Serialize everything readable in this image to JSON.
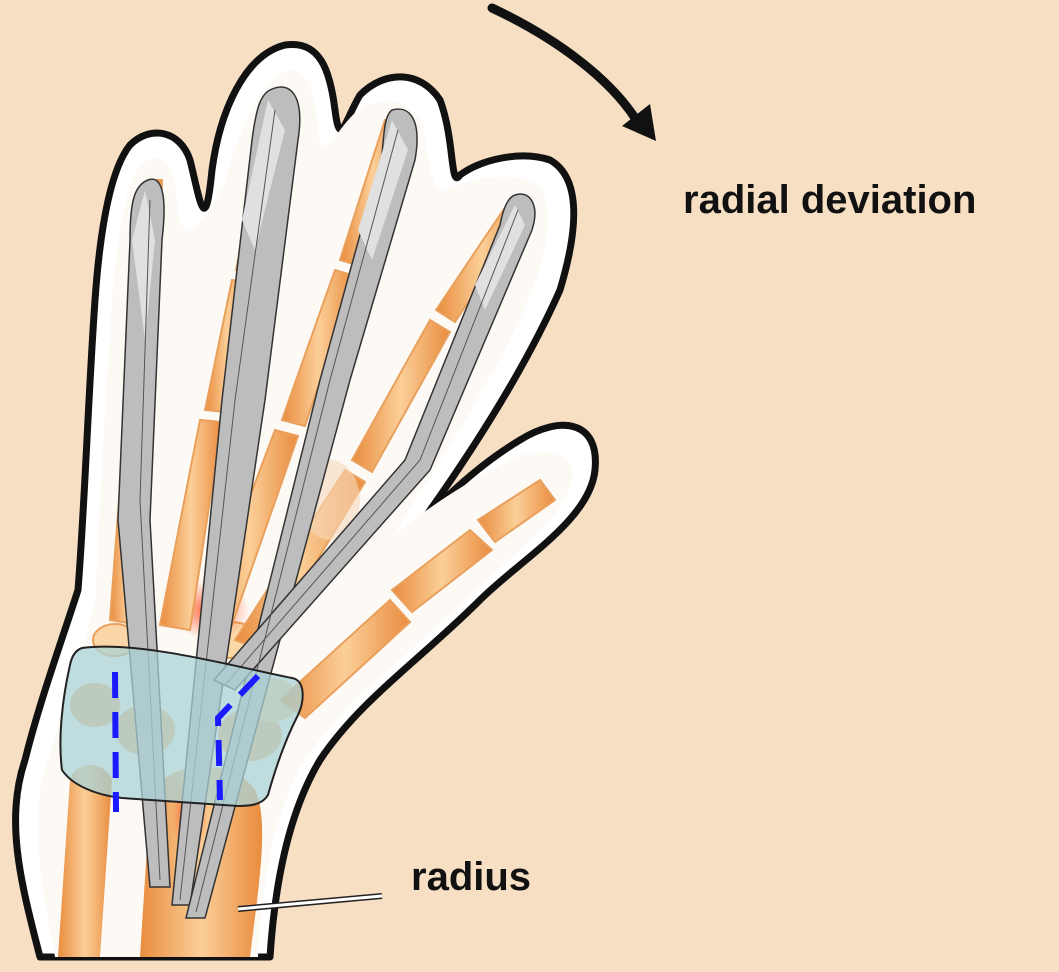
{
  "labels": {
    "motion": "radial deviation",
    "bone": "radius"
  },
  "colors": {
    "background": "#f7dfc4",
    "skin_outline": "#111111",
    "skin_fill": "#ffffff",
    "bone": "#f2b06a",
    "bone_highlight": "#fbd7a8",
    "inflamed": "#ef5a2a",
    "tendon": "#b7b7b7",
    "tendon_light": "#dcdcdc",
    "retinaculum": "#a9d2d6",
    "retinaculum_border": "#222222",
    "compartment_line": "#1a1aff",
    "arrow": "#111111"
  },
  "icons": {
    "motion_arrow": "curved-arrow-icon",
    "pointer": "leader-line"
  }
}
